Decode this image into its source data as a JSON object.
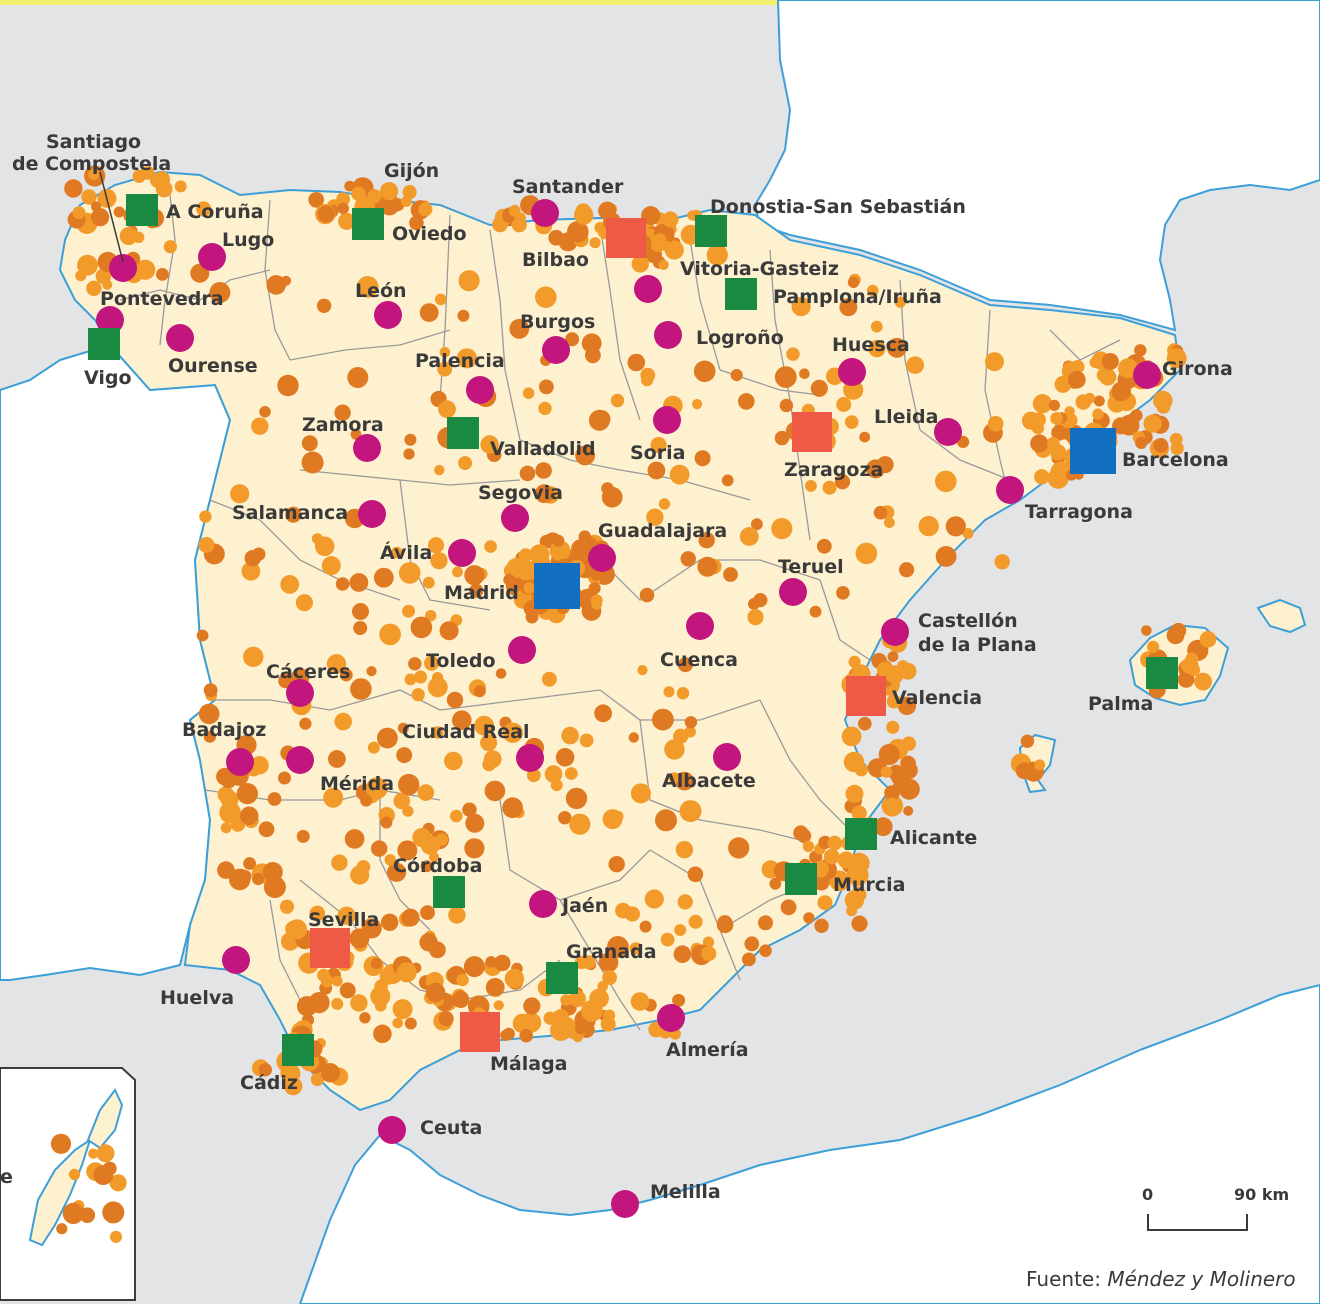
{
  "colors": {
    "sea": "#e3e4e5",
    "land_spain": "#fdf1cf",
    "land_other": "#ffffff",
    "border": "#9a9a9a",
    "coast": "#3d9fd8",
    "small_town": "#f39b2a",
    "small_town_dark": "#e07a22",
    "provincial_capital": "#c2157d",
    "regional_capital": "#1a8a43",
    "large_city": "#ef5a47",
    "metropolis": "#136fbf",
    "top_band": "#f2ee6e",
    "label": "#3a3a3a"
  },
  "labels": {
    "santiago_1": "Santiago",
    "santiago_2": "de Compostela",
    "a_coruna": "A Coruña",
    "lugo": "Lugo",
    "gijon": "Gijón",
    "oviedo": "Oviedo",
    "santander": "Santander",
    "donostia": "Donostia-San Sebastián",
    "bilbao": "Bilbao",
    "vitoria": "Vitoria-Gasteiz",
    "pamplona": "Pamplona/Iruña",
    "pontevedra": "Pontevedra",
    "leon": "León",
    "burgos": "Burgos",
    "logrono": "Logroño",
    "huesca": "Huesca",
    "girona": "Girona",
    "vigo": "Vigo",
    "ourense": "Ourense",
    "palencia": "Palencia",
    "lleida": "Lleida",
    "zamora": "Zamora",
    "valladolid": "Valladolid",
    "soria": "Soria",
    "zaragoza": "Zaragoza",
    "barcelona": "Barcelona",
    "segovia": "Segovia",
    "tarragona": "Tarragona",
    "salamanca": "Salamanca",
    "guadalajara": "Guadalajara",
    "avila": "Ávila",
    "teruel": "Teruel",
    "madrid": "Madrid",
    "castellon_1": "Castellón",
    "castellon_2": "de la Plana",
    "toledo": "Toledo",
    "cuenca": "Cuenca",
    "caceres": "Cáceres",
    "valencia": "Valencia",
    "palma": "Palma",
    "badajoz": "Badajoz",
    "ciudad_real": "Ciudad Real",
    "merida": "Mérida",
    "albacete": "Albacete",
    "alicante": "Alicante",
    "cordoba": "Córdoba",
    "murcia": "Murcia",
    "jaen": "Jaén",
    "sevilla": "Sevilla",
    "granada": "Granada",
    "huelva": "Huelva",
    "malaga": "Málaga",
    "almeria": "Almería",
    "cadiz": "Cádiz",
    "ceuta": "Ceuta",
    "melilla": "Melilla",
    "inset_fragment": "e"
  },
  "scale_bar": {
    "start": "0",
    "end": "90 km"
  },
  "source": {
    "prefix": "Fuente: ",
    "name": "Méndez y Molinero"
  }
}
